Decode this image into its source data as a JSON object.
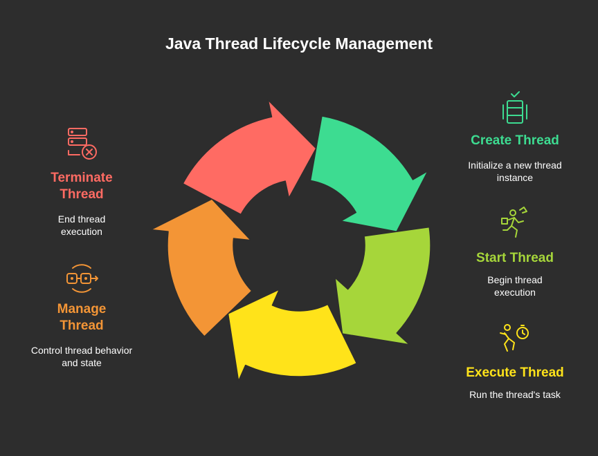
{
  "title": "Java Thread Lifecycle Management",
  "stages": [
    {
      "key": "create",
      "title": "Create Thread",
      "desc": "Initialize a new thread instance",
      "color": "#3ddc91",
      "icon": "server-check-icon"
    },
    {
      "key": "start",
      "title": "Start Thread",
      "desc": "Begin thread execution",
      "color": "#a6d63a",
      "icon": "running-person-icon"
    },
    {
      "key": "execute",
      "title": "Execute Thread",
      "desc": "Run the thread's task",
      "color": "#ffe31a",
      "icon": "running-stopwatch-icon"
    },
    {
      "key": "manage",
      "title": "Manage Thread",
      "desc": "Control thread behavior and state",
      "color": "#f39536",
      "icon": "control-link-icon"
    },
    {
      "key": "terminate",
      "title": "Terminate Thread",
      "desc": "End thread execution",
      "color": "#ff6b63",
      "icon": "server-cancel-icon"
    }
  ]
}
